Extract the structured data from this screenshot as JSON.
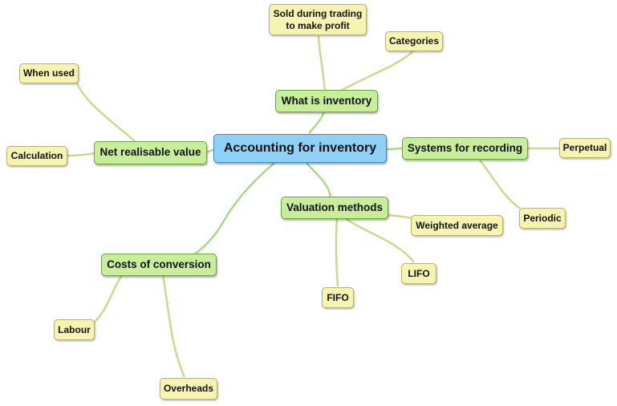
{
  "mindmap": {
    "central": "Accounting for inventory",
    "branches": {
      "what_is_inventory": {
        "label": "What is inventory",
        "leaves": {
          "sold_during_trading": "Sold during trading to make profit",
          "categories": "Categories"
        }
      },
      "net_realisable_value": {
        "label": "Net realisable value",
        "leaves": {
          "when_used": "When used",
          "calculation": "Calculation"
        }
      },
      "systems_for_recording": {
        "label": "Systems for recording",
        "leaves": {
          "perpetual": "Perpetual",
          "periodic": "Periodic"
        }
      },
      "valuation_methods": {
        "label": "Valuation methods",
        "leaves": {
          "weighted_average": "Weighted average",
          "lifo": "LIFO",
          "fifo": "FIFO"
        }
      },
      "costs_of_conversion": {
        "label": "Costs of conversion",
        "leaves": {
          "labour": "Labour",
          "overheads": "Overheads"
        }
      }
    }
  },
  "colors": {
    "central_fill": "#8fd0f6",
    "branch_fill": "#c8ee9c",
    "leaf_fill": "#f6f4b0",
    "branch_link": "#a9d98a",
    "leaf_link": "#d4d68e"
  }
}
